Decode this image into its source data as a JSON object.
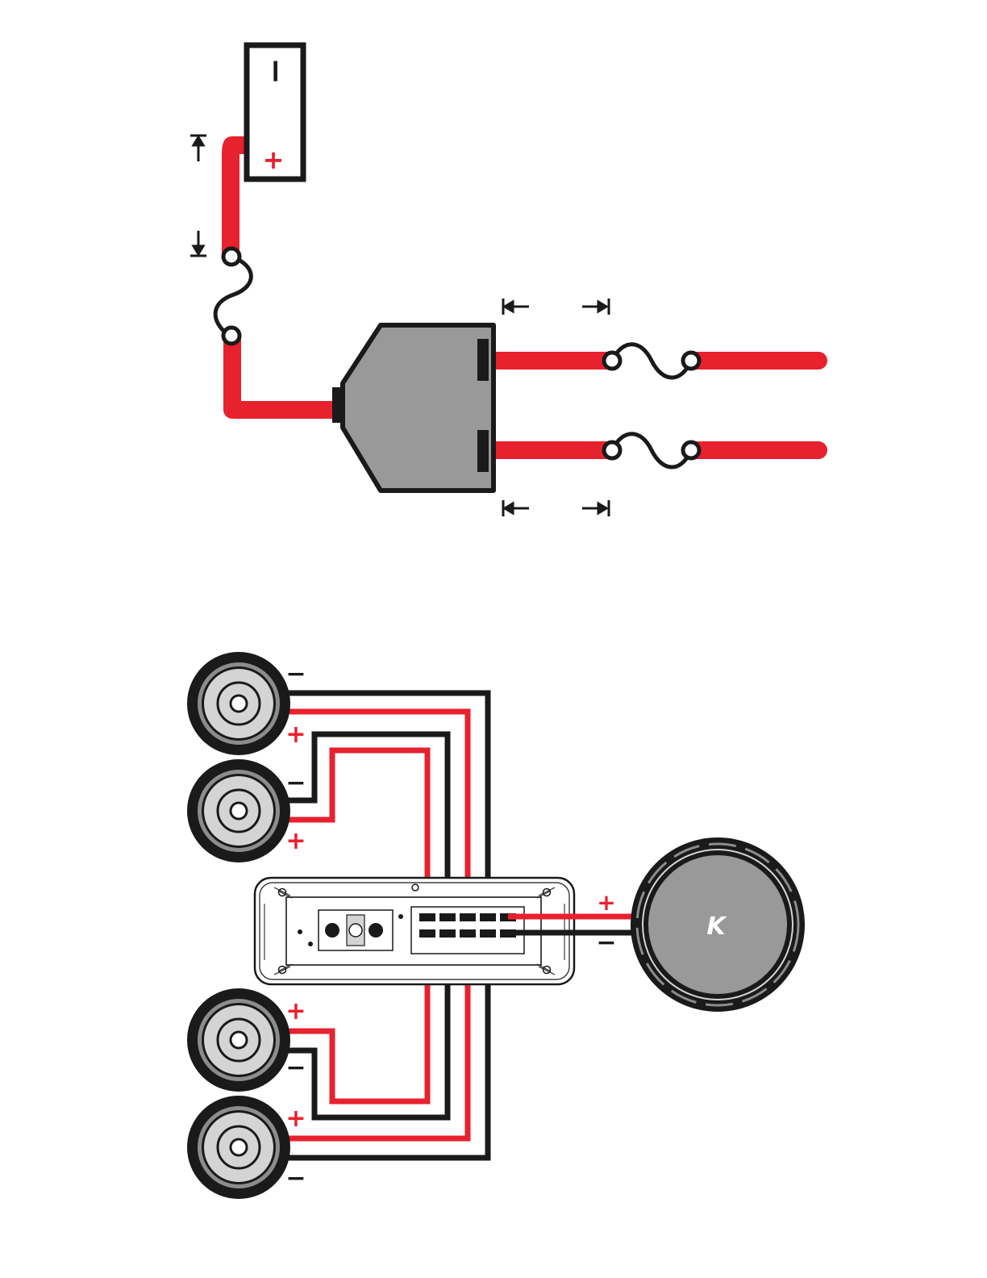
{
  "colors": {
    "power_wire": "#e8212e",
    "ground_wire": "#1a1a1a",
    "block_fill": "#999999",
    "speaker_grey": "#8c8c8c",
    "speaker_light": "#d4d4d4",
    "background": "#ffffff"
  },
  "battery": {
    "negative_mark": "−",
    "positive_mark": "+"
  },
  "distribution_block": {
    "inputs": 1,
    "outputs": 2
  },
  "speakers": [
    {
      "positive_mark": "+",
      "negative_mark": "−"
    },
    {
      "positive_mark": "+",
      "negative_mark": "−"
    },
    {
      "positive_mark": "+",
      "negative_mark": "−"
    },
    {
      "positive_mark": "+",
      "negative_mark": "−"
    }
  ],
  "subwoofer": {
    "logo": "K",
    "positive_mark": "+",
    "negative_mark": "−"
  },
  "icons": [
    "battery-icon",
    "fuse-icon",
    "distribution-block-icon",
    "amplifier-icon",
    "speaker-icon",
    "subwoofer-icon",
    "dimension-arrow-icon"
  ]
}
